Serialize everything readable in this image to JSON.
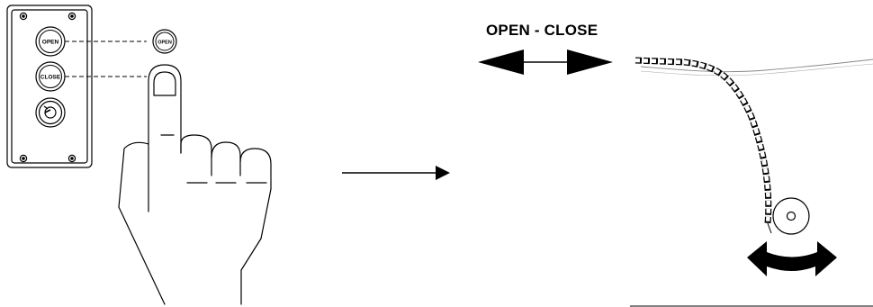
{
  "diagram": {
    "control_panel": {
      "open_label": "OPEN",
      "close_label": "CLOSE"
    },
    "finger_target_label": "OPEN",
    "direction_label": "OPEN - CLOSE"
  }
}
